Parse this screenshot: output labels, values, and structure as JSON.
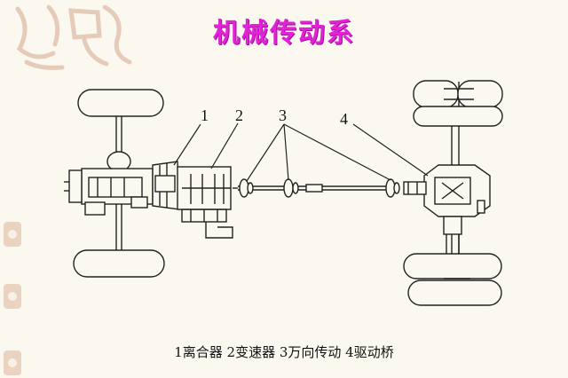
{
  "title": "机械传动系",
  "callouts": [
    "1",
    "2",
    "3",
    "4"
  ],
  "caption": "1离合器 2变速器 3万向传动 4驱动桥",
  "colors": {
    "title": "#e222d6",
    "line": "#222222",
    "background": "#fbf9ef",
    "decoration": "#e8cfbf"
  }
}
